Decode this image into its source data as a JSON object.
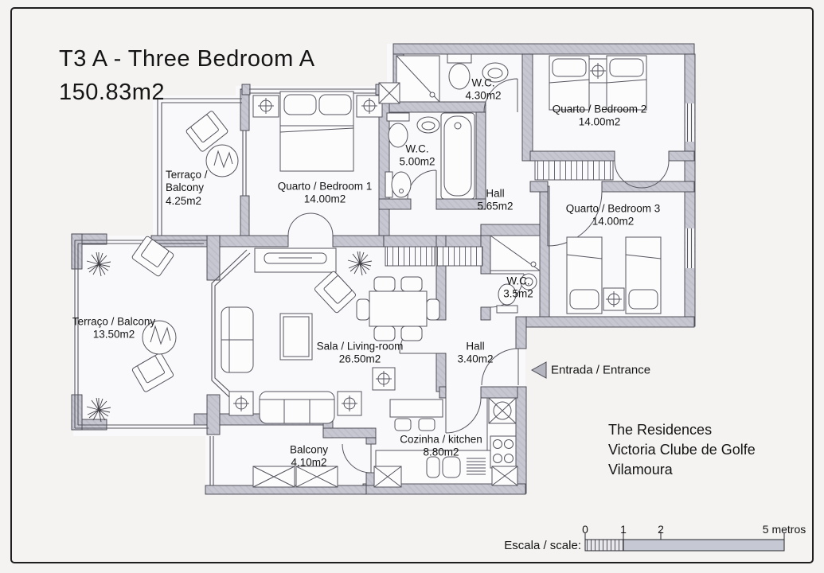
{
  "title": {
    "line1": "T3 A - Three Bedroom A",
    "line2": "150.83m2"
  },
  "rooms": [
    {
      "id": "terrace-small",
      "name": "Terraço / Balcony",
      "area": "4.25m2"
    },
    {
      "id": "bedroom-1",
      "name": "Quarto / Bedroom 1",
      "area": "14.00m2"
    },
    {
      "id": "wc-large",
      "name": "W.C.",
      "area": "5.00m2"
    },
    {
      "id": "wc-top",
      "name": "W.C.",
      "area": "4.30m2"
    },
    {
      "id": "bedroom-2",
      "name": "Quarto / Bedroom 2",
      "area": "14.00m2"
    },
    {
      "id": "hall-upper",
      "name": "Hall",
      "area": "5.65m2"
    },
    {
      "id": "bedroom-3",
      "name": "Quarto / Bedroom 3",
      "area": "14.00m2"
    },
    {
      "id": "wc-small",
      "name": "W.C.",
      "area": "3.5m2"
    },
    {
      "id": "terrace-large",
      "name": "Terraço / Balcony",
      "area": "13.50m2"
    },
    {
      "id": "living-room",
      "name": "Sala / Living-room",
      "area": "26.50m2"
    },
    {
      "id": "hall-lower",
      "name": "Hall",
      "area": "3.40m2"
    },
    {
      "id": "balcony",
      "name": "Balcony",
      "area": "4.10m2"
    },
    {
      "id": "kitchen",
      "name": "Cozinha / kitchen",
      "area": "8.80m2"
    }
  ],
  "entrance": {
    "label": "Entrada / Entrance"
  },
  "project": {
    "line1": "The Residences",
    "line2": "Victoria Clube de Golfe",
    "line3": "Vilamoura"
  },
  "scale_bar": {
    "label": "Escala / scale:",
    "tick0": "0",
    "tick1": "1",
    "tick2": "2",
    "end_label": "5 metros"
  },
  "colors": {
    "wall": "#c7c7d1",
    "wall_outline": "#41414a",
    "paper": "#f4f3f2",
    "room": "#f9f9fb",
    "arrow": "#b5b5c0"
  }
}
